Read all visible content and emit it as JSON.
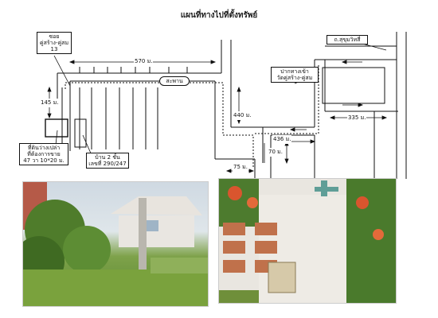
{
  "map": {
    "title": "แผนที่ทางไปที่ตั้งทรัพย์",
    "soi_label": "ซอย\nคู่สร้าง-คู่สม\n13",
    "sukhumvit_label": "ถ.สุขุมวิทสี่",
    "temple_entrance_label": "ปากทางเข้า\nวัดคู่สร้าง-คู่สม",
    "bridge_label": "สะพาน",
    "land_label": "ที่ดินว่างเปล่า\nที่ต้องการขาย\n47 วา 10*20 ม.",
    "house_label": "บ้าน 2 ชั้น\nเลขที่ 290/247",
    "distances": {
      "top": "570 ม.",
      "left": "145 ม.",
      "mid": "440 ม.",
      "right_top": "335 ม.",
      "right_mid": "436 ม.",
      "right_low": "70 ม.",
      "bottom": "75 ม."
    }
  },
  "photos": [
    {
      "name": "empty-land-photo",
      "description_colors": [
        "#6f9a3d",
        "#c9d8e4"
      ]
    },
    {
      "name": "wall-mailbox-photo",
      "description_colors": [
        "#e7e3dc",
        "#b86a44"
      ]
    }
  ]
}
